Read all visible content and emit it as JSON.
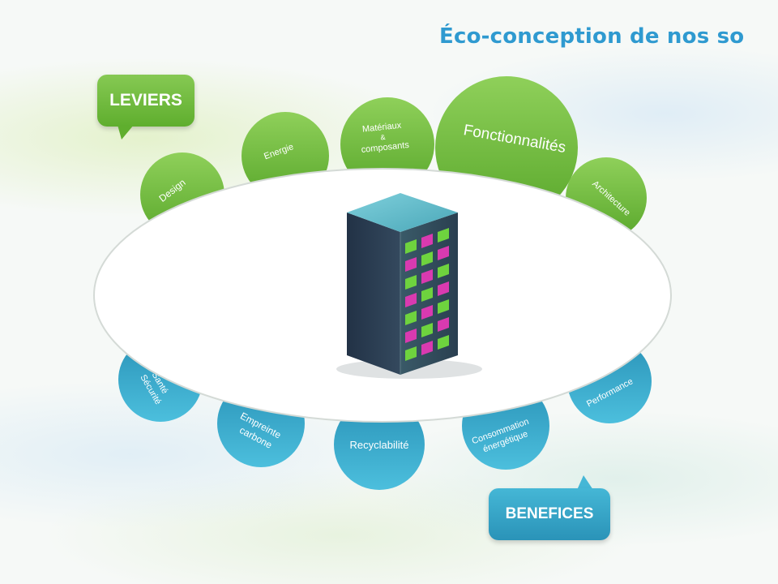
{
  "title": "Éco-conception de nos so",
  "callouts": {
    "levers": "LEVIERS",
    "benefits": "BENEFICES"
  },
  "levers": {
    "design": "Design",
    "energy": "Energie",
    "materials_line1": "Matériaux",
    "materials_line2": "&",
    "materials_line3": "composants",
    "features": "Fonctionnalités",
    "architecture": "Architecture"
  },
  "benefits": {
    "health_line1": "Santé",
    "health_line2": "Sécurité",
    "carbon_line1": "Empreinte",
    "carbon_line2": "carbone",
    "recyclability": "Recyclabilité",
    "energy_line1": "Consommation",
    "energy_line2": "énergétique",
    "performance": "Performance"
  },
  "colors": {
    "lever_green": "#74bd3f",
    "benefit_blue": "#3aa9cc",
    "title_blue": "#2f9ad0",
    "server_body": "#2b3d52",
    "server_top": "#5cb8c8",
    "led_green": "#6ed33e",
    "led_magenta": "#d93ab0"
  }
}
